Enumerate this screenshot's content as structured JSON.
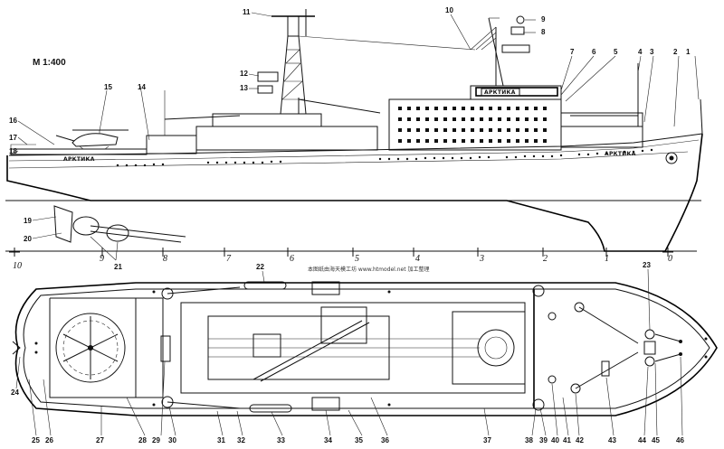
{
  "scale_label": "M 1:400",
  "ship_name_bow": "АРКТИКА",
  "ship_name_stern": "АРКТИКА",
  "ship_name_bridge": "АРКТИКА",
  "credit": "本图纸由海天模工坊 www.htmodel.net 加工整理",
  "stations": [
    "10",
    "9",
    "8",
    "7",
    "6",
    "5",
    "4",
    "3",
    "2",
    "1",
    "0"
  ],
  "side_labels": [
    "1",
    "2",
    "3",
    "4",
    "5",
    "6",
    "7",
    "8",
    "9",
    "10",
    "11",
    "12",
    "13",
    "14",
    "15",
    "16",
    "17",
    "18",
    "19",
    "20",
    "21"
  ],
  "plan_labels": [
    "22",
    "23",
    "24",
    "25",
    "26",
    "27",
    "28",
    "29",
    "30",
    "31",
    "32",
    "33",
    "34",
    "35",
    "36",
    "37",
    "38",
    "39",
    "40",
    "41",
    "42",
    "43",
    "44",
    "45",
    "46"
  ]
}
